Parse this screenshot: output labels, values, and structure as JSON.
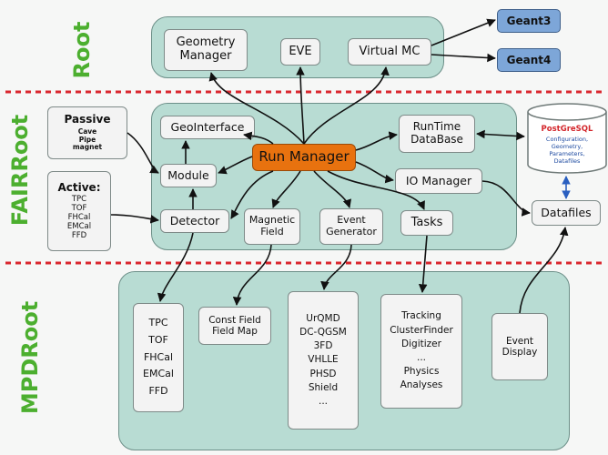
{
  "labels": {
    "root": "Root",
    "fairroot": "FAIRRoot",
    "mpdroot": "MPDRoot"
  },
  "root_section": {
    "geometry_manager": [
      "Geometry",
      "Manager"
    ],
    "eve": "EVE",
    "virtual_mc": "Virtual MC",
    "geant3": "Geant3",
    "geant4": "Geant4"
  },
  "fairroot_section": {
    "passive": {
      "title": "Passive",
      "items": [
        "Cave",
        "Pipe",
        "magnet"
      ]
    },
    "active": {
      "title": "Active:",
      "items": [
        "TPC",
        "TOF",
        "FHCal",
        "EMCal",
        "FFD"
      ]
    },
    "geointerface": "GeoInterface",
    "run_manager": "Run Manager",
    "runtime_database": [
      "RunTime",
      "DataBase"
    ],
    "module": "Module",
    "io_manager": "IO Manager",
    "detector": "Detector",
    "magnetic_field": [
      "Magnetic",
      "Field"
    ],
    "event_generator": [
      "Event",
      "Generator"
    ],
    "tasks": "Tasks",
    "postgresql": {
      "title": "PostGreSQL",
      "items": [
        "Configuration,",
        "Geometry,",
        "Parameters,",
        "Datafiles"
      ]
    },
    "datafiles": "Datafiles"
  },
  "mpdroot_section": {
    "detectors": [
      "TPC",
      "TOF",
      "FHCal",
      "EMCal",
      "FFD"
    ],
    "field": [
      "Const Field",
      "Field Map"
    ],
    "generators": [
      "UrQMD",
      "DC-QGSM",
      "3FD",
      "VHLLE",
      "PHSD",
      "Shield",
      "..."
    ],
    "tasks": [
      "Tracking",
      "ClusterFinder",
      "Digitizer",
      "...",
      "Physics",
      "Analyses"
    ],
    "event_display": [
      "Event",
      "Display"
    ]
  },
  "colors": {
    "panel": "#b8dcd3",
    "run_manager": "#e8720f",
    "geant": "#7da6d8",
    "separator": "#d9272e",
    "section_label": "#4caf2f"
  }
}
